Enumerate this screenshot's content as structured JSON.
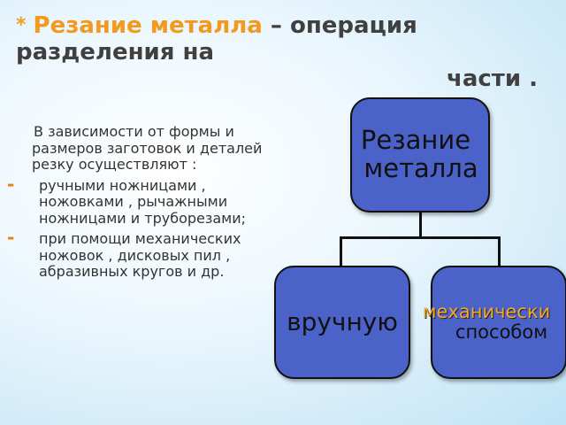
{
  "slide": {
    "title_star": "*",
    "title_accent": "Резание металла",
    "title_rest": " – операция разделения на",
    "title_line2": "части ."
  },
  "body": {
    "intro": "В зависимости от формы и размеров заготовок и деталей резку осуществляют :",
    "bullets": [
      {
        "marker": "-",
        "text": "ручными ножницами , ножовками , рычажными ножницами и труборезами;"
      },
      {
        "marker": "-",
        "text": "при помощи механических ножовок , дисковых пил , абразивных кругов и др."
      }
    ]
  },
  "diagram": {
    "root": {
      "line1": "Резание",
      "line2": "металла"
    },
    "left": {
      "label": "вручную"
    },
    "right": {
      "line1": "механически",
      "line2": "способом"
    },
    "colors": {
      "box_fill": "#4b62c9",
      "accent": "#f39a1e"
    }
  }
}
